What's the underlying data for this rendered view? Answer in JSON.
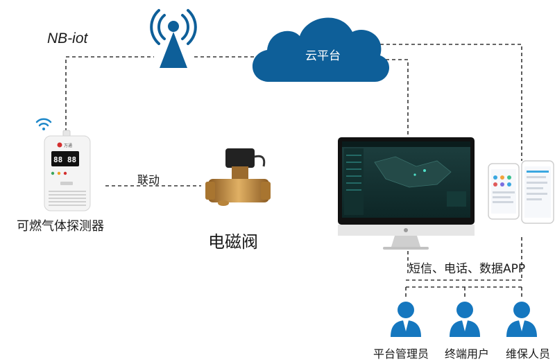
{
  "labels": {
    "network": "NB-iot",
    "cloud": "云平台",
    "link": "联动",
    "detector": "可燃气体探测器",
    "valve": "电磁阀",
    "notify": "短信、电话、数据APP",
    "user_admin": "平台管理员",
    "user_terminal": "终端用户",
    "user_maintenance": "维保人员"
  },
  "detector_display": "88 88",
  "detector_brand": "万通",
  "colors": {
    "cloud": "#0e5f99",
    "tower": "#0e5f99",
    "wifi": "#1e88c9",
    "person": "#1577bf",
    "dash": "#333333",
    "brass": "#c08a3e"
  },
  "icons": [
    "antenna-tower-icon",
    "cloud-icon",
    "wifi-icon",
    "gas-detector-icon",
    "solenoid-valve-icon",
    "monitor-icon",
    "phone-icon",
    "tablet-icon",
    "person-icon"
  ]
}
